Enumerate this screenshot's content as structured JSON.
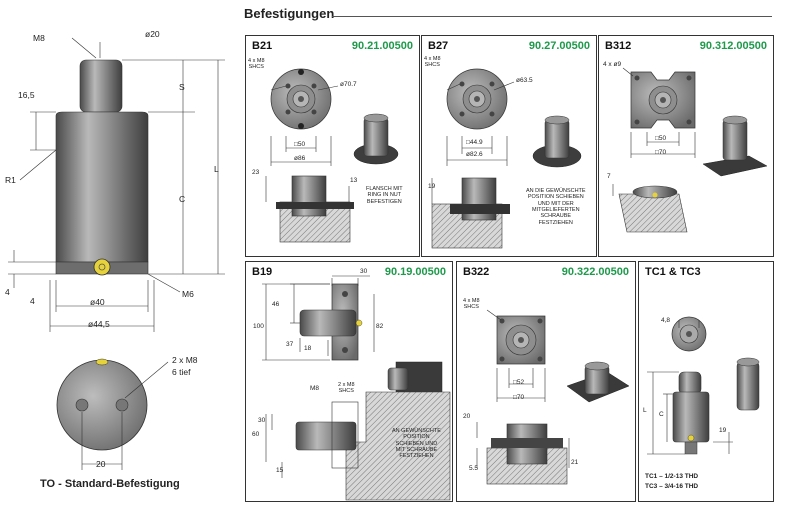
{
  "heading": "Befestigungen",
  "main": {
    "m8": "M8",
    "dia20": "ø20",
    "dim165": "16,5",
    "S": "S",
    "L": "L",
    "C": "C",
    "R1": "R1",
    "four_a": "4",
    "four_b": "4",
    "dia40": "ø40",
    "M6": "M6",
    "dia445": "ø44,5",
    "bottom_m8": "2 x M8",
    "bottom_tief": "6 tief",
    "dim20": "20",
    "caption": "TO - Standard-Befestigung"
  },
  "panels": {
    "b21": {
      "name": "B21",
      "code": "90.21.00500",
      "shcs": "4 x M8\nSHCS",
      "d707": "ø70.7",
      "sq50": "□50",
      "d86": "ø86",
      "d23": "23",
      "d13": "13",
      "note": "FLANSCH MIT\nRING IN NUT\nBEFESTIGEN"
    },
    "b27": {
      "name": "B27",
      "code": "90.27.00500",
      "shcs": "4 x M8\nSHCS",
      "d635": "ø63.5",
      "sq449": "□44.9",
      "d826": "ø82.6",
      "d19": "19",
      "note": "AN DIE GEWÜNSCHTE\nPOSITION SCHIEBEN\nUND MIT DER\nMITGELIEFERTEN\nSCHRAUBE\nFESTZIEHEN"
    },
    "b312": {
      "name": "B312",
      "code": "90.312.00500",
      "holes": "4 x ø9",
      "sq50": "□50",
      "sq70": "□70",
      "d7": "7"
    },
    "b19": {
      "name": "B19",
      "code": "90.19.00500",
      "d30top": "30",
      "d46": "46",
      "d100": "100",
      "d82": "82",
      "d37": "37",
      "d18": "18",
      "m8": "M8",
      "shcs": "2 x M8\nSHCS",
      "d30": "30",
      "d60": "60",
      "d15": "15",
      "note": "AN GEWÜNSCHTE\nPOSITION\nSCHIEBEN UND\nMIT SCHRAUBE\nFESTZIEHEN"
    },
    "b322": {
      "name": "B322",
      "code": "90.322.00500",
      "shcs": "4 x M8\nSHCS",
      "sq52": "□52",
      "sq70": "□70",
      "d20": "20",
      "d55": "5.5",
      "d21": "21"
    },
    "tc": {
      "name": "TC1 & TC3",
      "d48": "4,8",
      "L": "L",
      "C": "C",
      "d19": "19",
      "tc1": "TC1 – 1/2-13 THD",
      "tc3": "TC3 – 3/4-16 THD"
    }
  },
  "colors": {
    "accent_green": "#1d9a4a",
    "metal_dark": "#5b5b5b",
    "metal_light": "#a8a8a8",
    "indicator_yellow": "#e6d23a"
  }
}
